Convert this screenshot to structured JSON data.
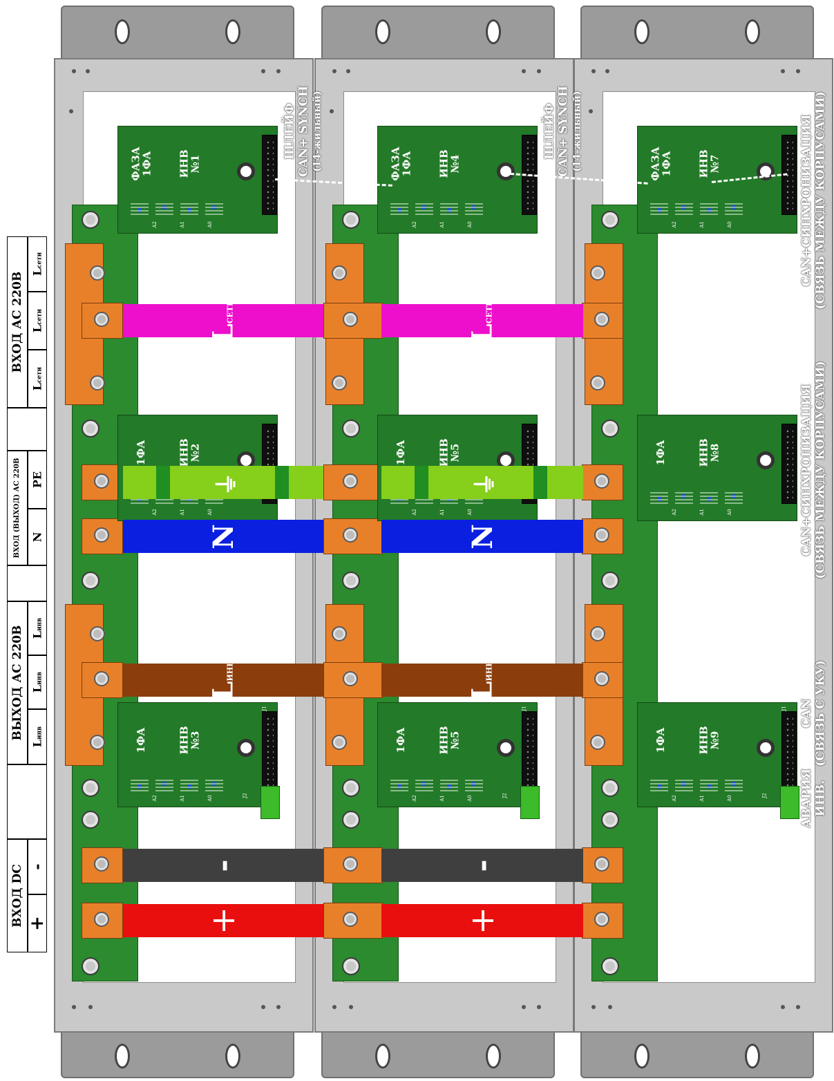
{
  "colors": {
    "l_grid": "#ee0fcc",
    "pe": "#86cf1a",
    "pe_band": "#1f8f22",
    "n": "#0a1fe0",
    "l_inv": "#8b3d0c",
    "dc_minus": "#3f3f3f",
    "dc_plus": "#ea0f0f",
    "terminal": "#e8802a",
    "pcb": "#237a28"
  },
  "legend": {
    "ac_in_title": "ВХОД АС 220В",
    "ac_in_cells": [
      {
        "main": "L",
        "sub": "сети"
      },
      {
        "main": "L",
        "sub": "сети"
      },
      {
        "main": "L",
        "sub": "сети"
      }
    ],
    "io_title": "ВХОД (ВЫХОД) АС 220В",
    "io_cells": [
      "PE",
      "N"
    ],
    "ac_out_title": "ВЫХОД АС 220В",
    "ac_out_cells": [
      {
        "main": "L",
        "sub": "инв"
      },
      {
        "main": "L",
        "sub": "инв"
      },
      {
        "main": "L",
        "sub": "инв"
      }
    ],
    "dc_title": "ВХОД DC",
    "dc_cells": [
      "-",
      "+"
    ]
  },
  "boards": [
    {
      "phase": "ФАЗА 1ФА",
      "inv": "ИНВ №1"
    },
    {
      "phase": "ФАЗА 1ФА",
      "inv": "ИНВ №4"
    },
    {
      "phase": "ФАЗА 1ФА",
      "inv": "ИНВ №7"
    },
    {
      "phase": "1ФА",
      "inv": "ИНВ №2"
    },
    {
      "phase": "1ФА",
      "inv": "ИНВ №5"
    },
    {
      "phase": "1ФА",
      "inv": "ИНВ №8"
    },
    {
      "phase": "1ФА",
      "inv": "ИНВ №3"
    },
    {
      "phase": "1ФА",
      "inv": "ИНВ №5"
    },
    {
      "phase": "1ФА",
      "inv": "ИНВ №9"
    }
  ],
  "bus_labels": {
    "l_grid_main": "L",
    "l_grid_sub": "СЕТИ",
    "pe_symbol": "⏚",
    "n": "N",
    "l_inv_main": "L",
    "l_inv_sub": "ИНВ",
    "dc_minus": "-",
    "dc_plus": "+"
  },
  "loop_label": {
    "line1": "ШЛЕЙФ",
    "line2": "CAN+ SYNCH",
    "line3": "(14-жильный)"
  },
  "side_labels": {
    "sync_1_line1": "CAN+СИНХРОНИЗАЦИЯ",
    "sync_1_line2": "(СВЯЗЬ МЕЖДУ КОРПУСАМИ)",
    "sync_2_line1": "CAN+СИНХРОНИЗАЦИЯ",
    "sync_2_line2": "(СВЯЗЬ МЕЖДУ КОРПУСАМИ)",
    "can_line1": "CAN",
    "can_line2": "(СВЯЗЬ С УКУ)",
    "alarm_line1": "АВАРИЯ",
    "alarm_line2": "ИНВ."
  },
  "pcb_marks": {
    "j1": "J1",
    "j2": "J2",
    "a2": "A2",
    "a1": "A1",
    "a0": "A0"
  }
}
